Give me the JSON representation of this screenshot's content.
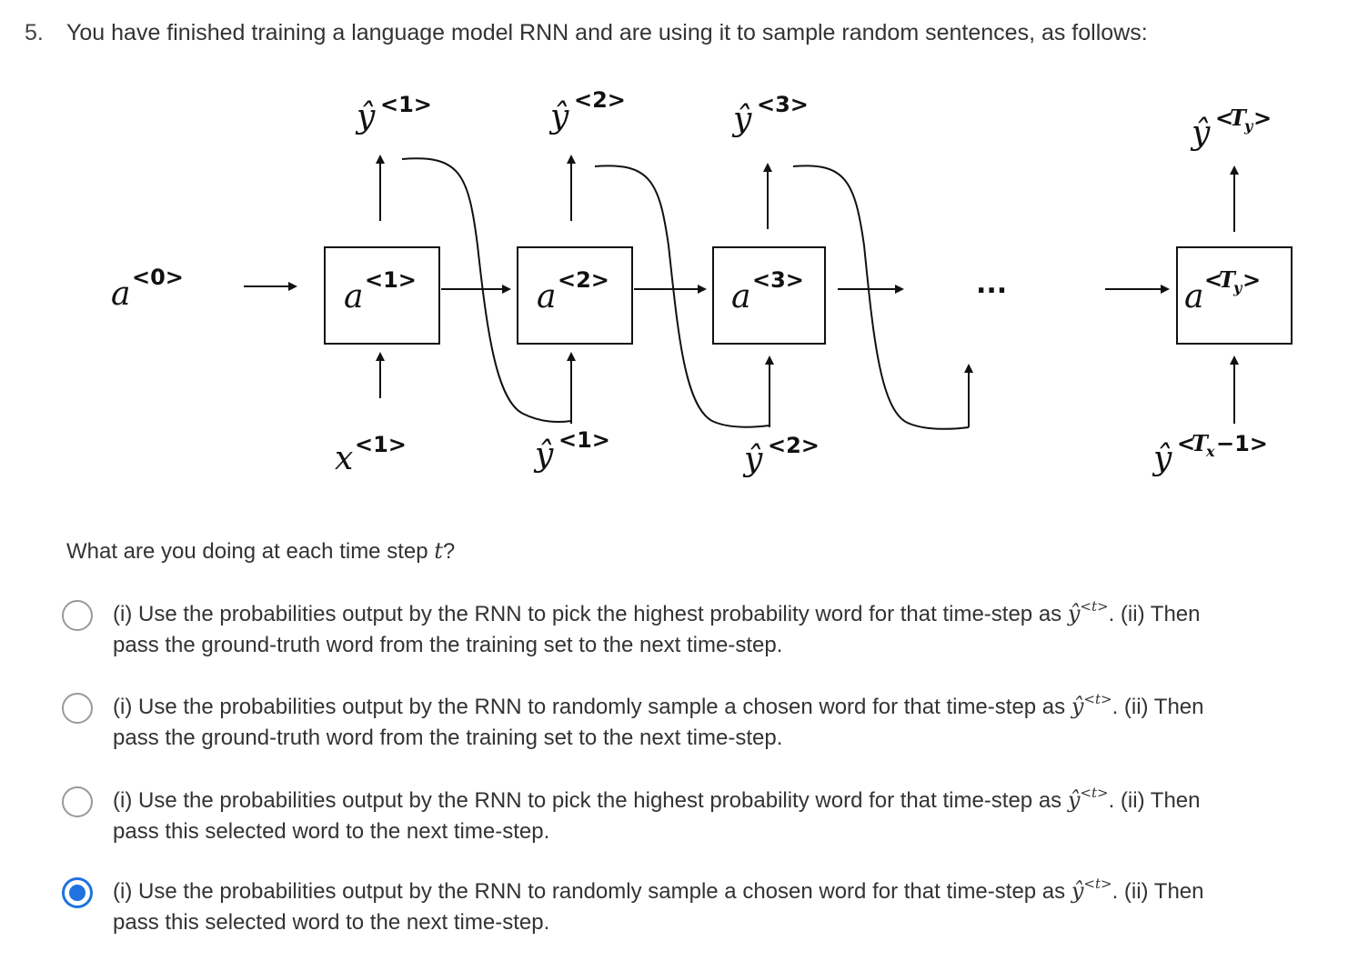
{
  "question": {
    "number": "5.",
    "text": "You have finished training a language model RNN and are using it to sample random sentences, as follows:",
    "prompt_prefix": "What are you doing at each time step ",
    "prompt_var": "t",
    "prompt_suffix": "?"
  },
  "diagram": {
    "a0": {
      "base": "a",
      "sup": "<0>"
    },
    "cells": [
      {
        "base": "a",
        "sup": "<1>"
      },
      {
        "base": "a",
        "sup": "<2>"
      },
      {
        "base": "a",
        "sup": "<3>"
      },
      {
        "base": "a",
        "sup_pre": "<",
        "sup_var": "T",
        "sup_sub": "y",
        "sup_post": ">"
      }
    ],
    "outputs": [
      {
        "base": "ŷ",
        "sup": "<1>"
      },
      {
        "base": "ŷ",
        "sup": "<2>"
      },
      {
        "base": "ŷ",
        "sup": "<3>"
      },
      {
        "base": "ŷ",
        "sup_pre": "<",
        "sup_var": "T",
        "sup_sub": "y",
        "sup_post": ">"
      }
    ],
    "inputs": [
      {
        "base": "x",
        "sup": "<1>"
      },
      {
        "base": "ŷ",
        "sup": "<1>"
      },
      {
        "base": "ŷ",
        "sup": "<2>"
      },
      {
        "base": "ŷ",
        "sup_pre": "<",
        "sup_var": "T",
        "sup_sub": "x",
        "sup_post": "−1>"
      }
    ],
    "ellipsis": "..."
  },
  "options": [
    {
      "line1_prefix": "(i) Use the probabilities output by the RNN to pick the highest probability word for that time-step as ",
      "yhat": "ŷ",
      "yhat_sup": "<t>",
      "line1_suffix": ". (ii) Then",
      "line2": "pass the ground-truth word from the training set to the next time-step.",
      "selected": false
    },
    {
      "line1_prefix": "(i) Use the probabilities output by the RNN to randomly sample a chosen word for that time-step as ",
      "yhat": "ŷ",
      "yhat_sup": "<t>",
      "line1_suffix": ". (ii) Then",
      "line2": "pass the ground-truth word from the training set to the next time-step.",
      "selected": false
    },
    {
      "line1_prefix": "(i) Use the probabilities output by the RNN to pick the highest probability word for that time-step as ",
      "yhat": "ŷ",
      "yhat_sup": "<t>",
      "line1_suffix": ". (ii) Then",
      "line2": "pass this selected word to the next time-step.",
      "selected": false
    },
    {
      "line1_prefix": "(i) Use the probabilities output by the RNN to randomly sample a chosen word for that time-step as ",
      "yhat": "ŷ",
      "yhat_sup": "<t>",
      "line1_suffix": ". (ii) Then",
      "line2": "pass this selected word to the next time-step.",
      "selected": true
    }
  ],
  "colors": {
    "accent": "#1f73e0",
    "radio_border": "#999999",
    "text": "#333333"
  }
}
